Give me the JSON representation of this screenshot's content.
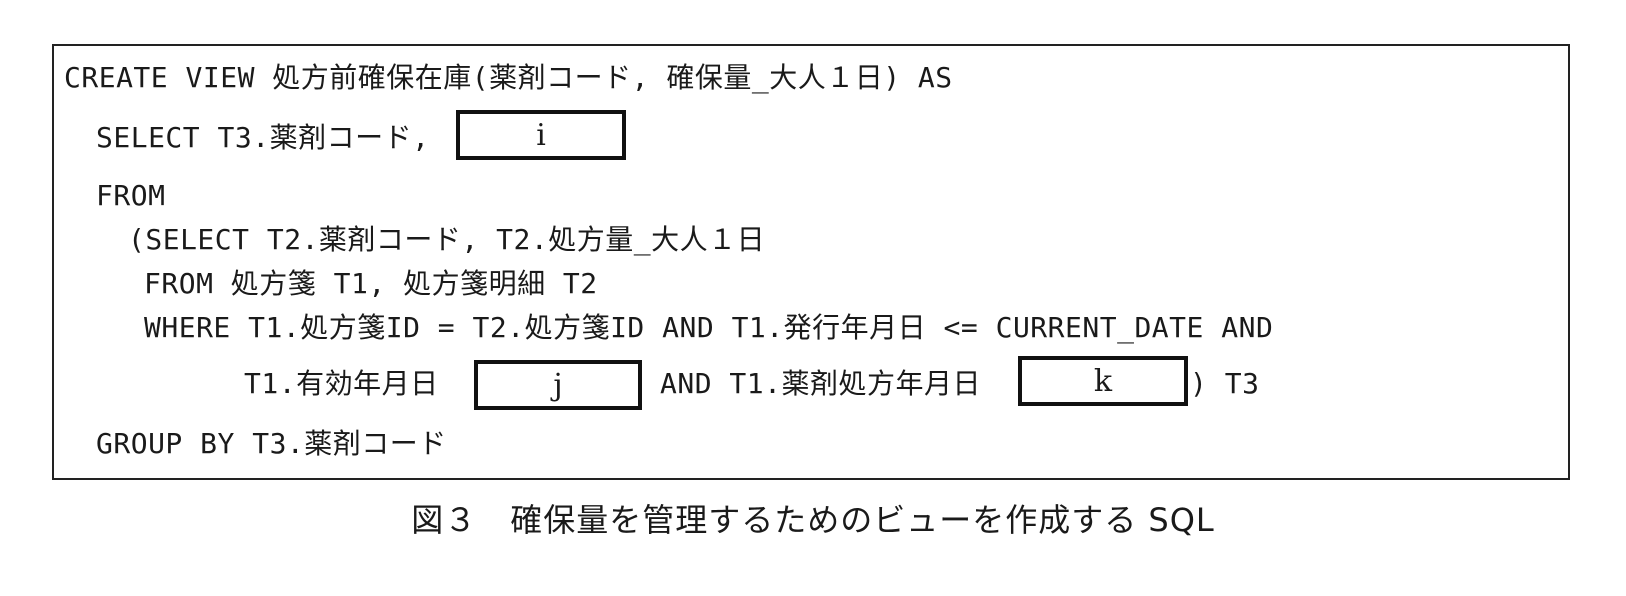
{
  "sql": {
    "line1": "CREATE VIEW 処方前確保在庫(薬剤コード, 確保量_大人１日) AS",
    "line2_prefix": "SELECT T3.薬剤コード,",
    "blank_i": "i",
    "line3": "FROM",
    "line4": "(SELECT T2.薬剤コード, T2.処方量_大人１日",
    "line5": "FROM 処方箋 T1, 処方箋明細 T2",
    "line6": "WHERE T1.処方箋ID = T2.処方箋ID AND T1.発行年月日 <= CURRENT_DATE AND",
    "line7_a": "T1.有効年月日",
    "blank_j": "j",
    "line7_b": "AND T1.薬剤処方年月日",
    "blank_k": "k",
    "line7_c": ") T3",
    "line8": "GROUP BY T3.薬剤コード"
  },
  "caption": "図３　確保量を管理するためのビューを作成する SQL"
}
